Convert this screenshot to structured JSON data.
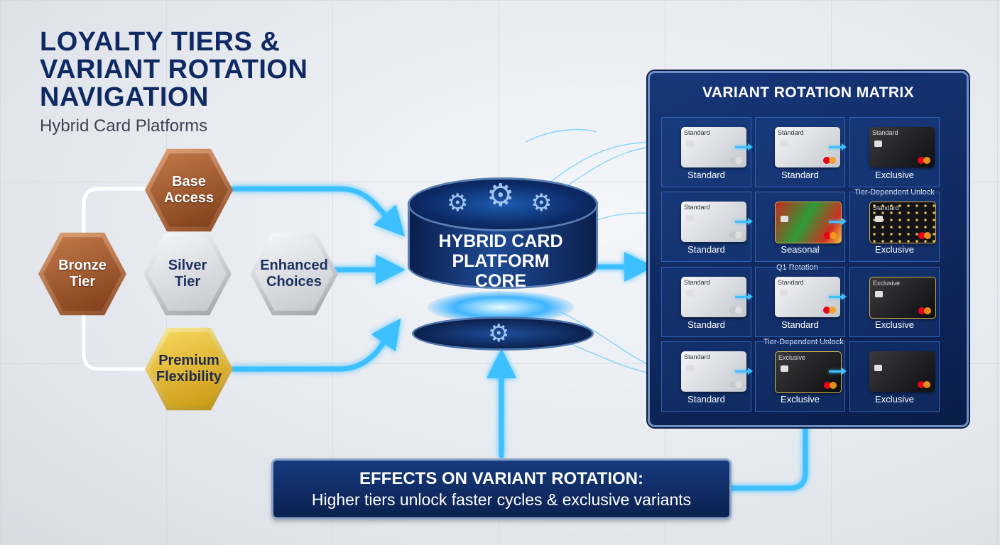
{
  "title": {
    "line1": "LOYALTY TIERS &",
    "line2": "VARIANT ROTATION",
    "line3": "NAVIGATION"
  },
  "subtitle": "Hybrid Card Platforms",
  "tiers": {
    "base": "Base\nAccess",
    "bronze": "Bronze\nTier",
    "silver": "Silver\nTier",
    "enhanced": "Enhanced\nChoices",
    "premium": "Premium\nFlexibility"
  },
  "core": {
    "label": "HYBRID CARD\nPLATFORM\nCORE"
  },
  "matrix": {
    "title": "VARIANT ROTATION MATRIX",
    "notes": [
      "Tier-Dependent Unlock",
      "Q1 Rotation",
      "Tier-Dependent Unlock"
    ],
    "rows": [
      [
        {
          "name": "Standard",
          "label": "Standard",
          "style": "standard"
        },
        {
          "name": "Standard",
          "label": "Standard",
          "style": "standard"
        },
        {
          "name": "Standard",
          "label": "Exclusive",
          "style": "exclusive"
        }
      ],
      [
        {
          "name": "Standard",
          "label": "Standard",
          "style": "standard"
        },
        {
          "name": "",
          "label": "Seasonal",
          "style": "seasonal"
        },
        {
          "name": "Standard",
          "label": "Exclusive",
          "style": "stars"
        }
      ],
      [
        {
          "name": "Standard",
          "label": "Standard",
          "style": "standard"
        },
        {
          "name": "Standard",
          "label": "Standard",
          "style": "standard"
        },
        {
          "name": "Exclusive",
          "label": "Exclusive",
          "style": "exclusive gold"
        }
      ],
      [
        {
          "name": "Standard",
          "label": "Standard",
          "style": "standard"
        },
        {
          "name": "Exclusive",
          "label": "Exclusive",
          "style": "exclusive gold"
        },
        {
          "name": "",
          "label": "Exclusive",
          "style": "exclusive"
        }
      ]
    ]
  },
  "effects": {
    "heading": "EFFECTS ON VARIANT ROTATION:",
    "text": "Higher tiers unlock faster cycles & exclusive variants"
  },
  "colors": {
    "navy": "#0f2a63",
    "glow": "#3ec0ff",
    "bronze": "#a55a30",
    "silver": "#d8dbe0",
    "gold": "#e8b820"
  },
  "icons": [
    "gear-icon",
    "card-chip-icon",
    "card-network-logo-icon"
  ]
}
